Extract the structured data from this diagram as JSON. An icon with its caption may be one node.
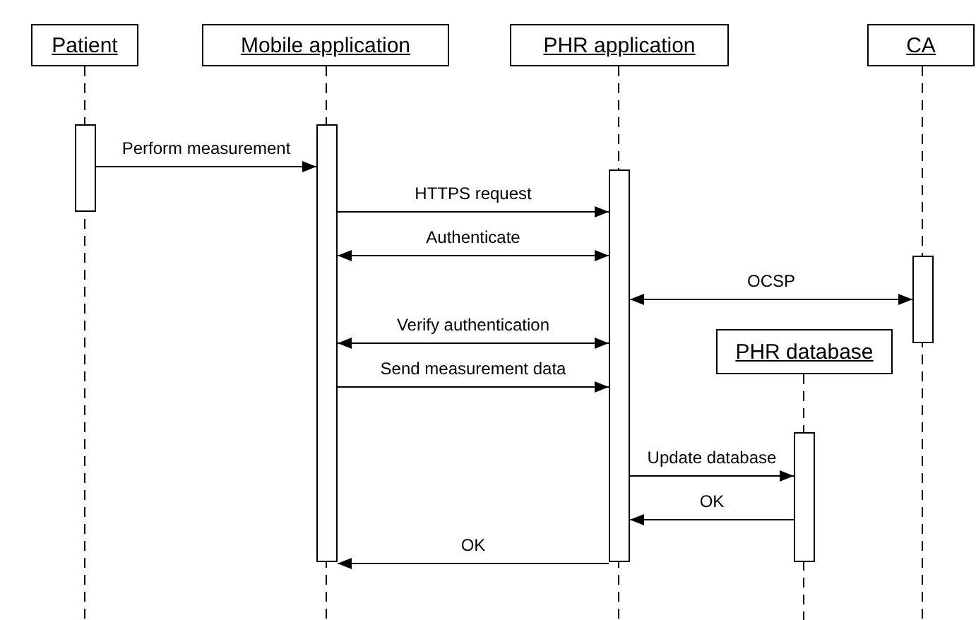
{
  "diagram": {
    "nodes": [
      {
        "text": [
          "Patient"
        ]
      },
      {
        "text": [
          "Mobile application"
        ]
      },
      {
        "text": [
          "PHR application"
        ]
      },
      {
        "text": [
          "CA"
        ]
      },
      {
        "text": [
          "PHR database"
        ]
      },
      {
        "text": [],
        "shape": "bar"
      },
      {
        "text": [],
        "shape": "bar"
      },
      {
        "text": [],
        "shape": "bar"
      },
      {
        "text": [],
        "shape": "bar"
      },
      {
        "text": [],
        "shape": "bar"
      }
    ],
    "edges": [
      {
        "from": 5,
        "to": 6,
        "arrow": "to",
        "label": "Perform measurement"
      },
      {
        "from": 6,
        "to": 7,
        "arrow": "to",
        "label": "HTTPS request"
      },
      {
        "from": 6,
        "to": 7,
        "arrow": "both",
        "label": "Authenticate"
      },
      {
        "from": 7,
        "to": 9,
        "arrow": "both",
        "label": "OCSP"
      },
      {
        "from": 6,
        "to": 7,
        "arrow": "both",
        "label": "Verify authentication"
      },
      {
        "from": 6,
        "to": 7,
        "arrow": "to",
        "label": "Send measurement data"
      },
      {
        "from": 7,
        "to": 8,
        "arrow": "to",
        "label": "Update database"
      },
      {
        "from": 8,
        "to": 7,
        "arrow": "to",
        "label": "OK"
      },
      {
        "from": 7,
        "to": 6,
        "arrow": "to",
        "label": "OK"
      }
    ]
  }
}
